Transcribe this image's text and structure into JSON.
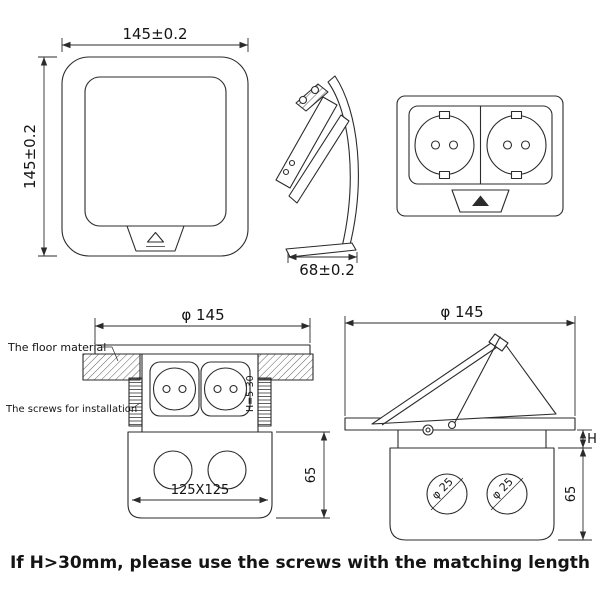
{
  "colors": {
    "background": "#ffffff",
    "line": "#2b2b2b"
  },
  "front_view": {
    "width_dim": "145±0.2",
    "height_dim": "145±0.2"
  },
  "side_view": {
    "depth_dim": "68±0.2"
  },
  "install_view": {
    "diameter_dim": "φ 145",
    "floor_label": "The floor material",
    "screws_label": "The screws for installation",
    "base_dim": "125X125",
    "depth_dim": "65",
    "h_range_dim": "H=5-30"
  },
  "open_view": {
    "diameter_dim": "φ 145",
    "h_dim": "H",
    "depth_dim": "65",
    "hole1_dim": "φ 25",
    "hole2_dim": "φ 25"
  },
  "caption": "If H>30mm, please use the screws with the matching length"
}
